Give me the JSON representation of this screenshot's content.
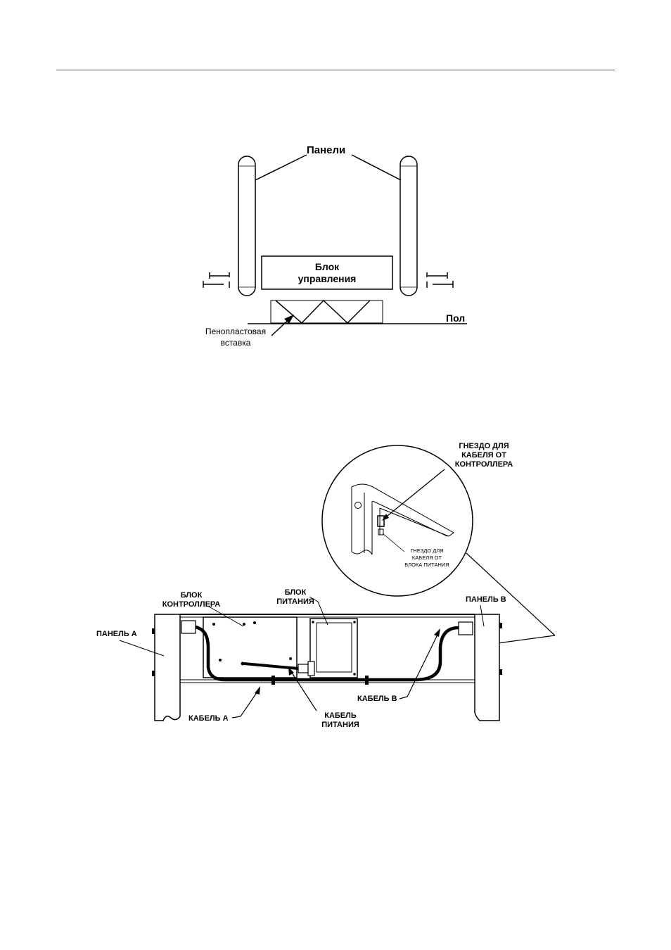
{
  "fig1": {
    "panels": "Панели",
    "control_unit_1": "Блок",
    "control_unit_2": "управления",
    "floor": "Пол",
    "foam_1": "Пенопластовая",
    "foam_2": "вставка"
  },
  "fig2": {
    "socket_ctrl_1": "ГНЕЗДО ДЛЯ",
    "socket_ctrl_2": "КАБЕЛЯ ОТ",
    "socket_ctrl_3": "КОНТРОЛЛЕРА",
    "socket_psu_1": "ГНЕЗДО ДЛЯ",
    "socket_psu_2": "КАБЕЛЯ ОТ",
    "socket_psu_3": "БЛОКА ПИТАНИЯ",
    "controller_1": "БЛОК",
    "controller_2": "КОНТРОЛЛЕРА",
    "psu_1": "БЛОК",
    "psu_2": "ПИТАНИЯ",
    "panel_a": "ПАНЕЛЬ А",
    "panel_b": "ПАНЕЛЬ В",
    "cable_a": "КАБЕЛЬ А",
    "cable_b": "КАБЕЛЬ В",
    "power_cable_1": "КАБЕЛЬ",
    "power_cable_2": "ПИТАНИЯ"
  }
}
